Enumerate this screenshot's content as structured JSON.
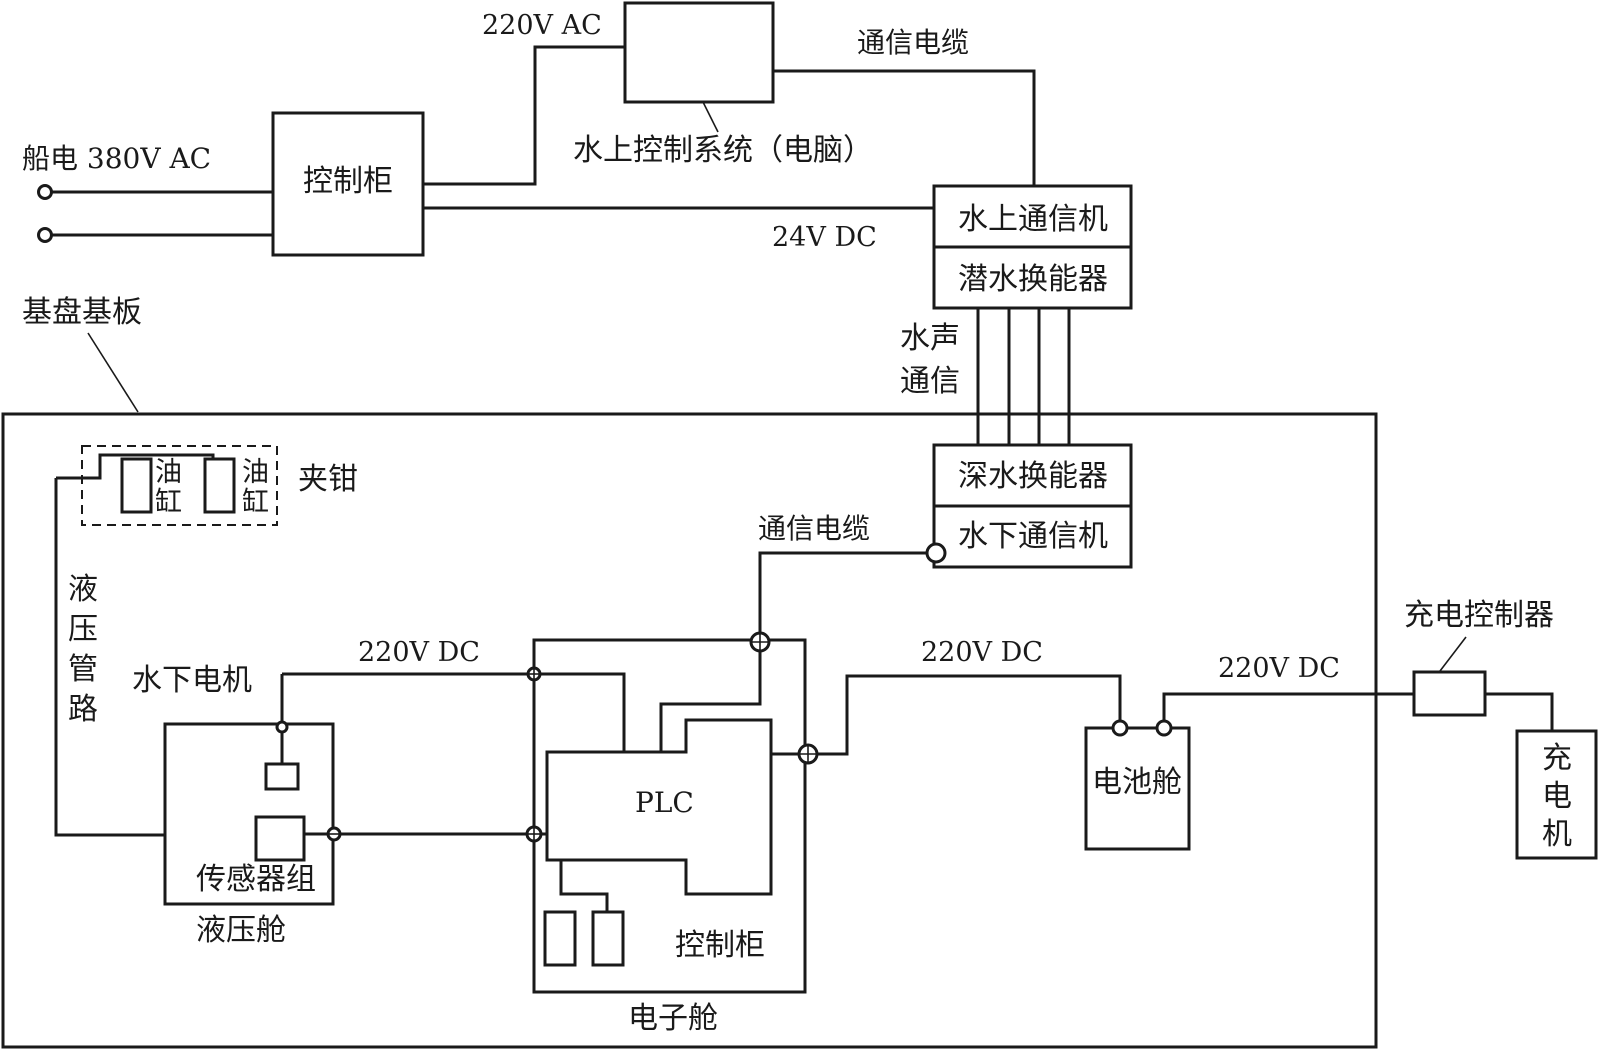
{
  "labels": {
    "ship_power": "船电 380V AC",
    "control_cabinet_top": "控制柜",
    "ac_220": "220V AC",
    "surface_control_system": "水上控制系统（电脑）",
    "comm_cable_top": "通信电缆",
    "surface_comm": "水上通信机",
    "dive_transducer": "潜水换能器",
    "dc_24": "24V DC",
    "acoustic_line1": "水声",
    "acoustic_line2": "通信",
    "base_plate": "基盘基板",
    "deep_transducer": "深水换能器",
    "underwater_comm": "水下通信机",
    "clamp": "夹钳",
    "cylinder1_a": "油",
    "cylinder1_b": "缸",
    "cylinder2_a": "油",
    "cylinder2_b": "缸",
    "hydraulic_line_1": "液",
    "hydraulic_line_2": "压",
    "hydraulic_line_3": "管",
    "hydraulic_line_4": "路",
    "comm_cable_bottom": "通信电缆",
    "underwater_motor": "水下电机",
    "dc_220_left": "220V DC",
    "dc_220_mid": "220V DC",
    "dc_220_right": "220V DC",
    "sensor_group": "传感器组",
    "hydraulic_cabin": "液压舱",
    "plc": "PLC",
    "control_cabinet_bottom": "控制柜",
    "electronic_cabin": "电子舱",
    "battery_cabin": "电池舱",
    "charge_controller": "充电控制器",
    "charger_1": "充",
    "charger_2": "电",
    "charger_3": "机"
  }
}
